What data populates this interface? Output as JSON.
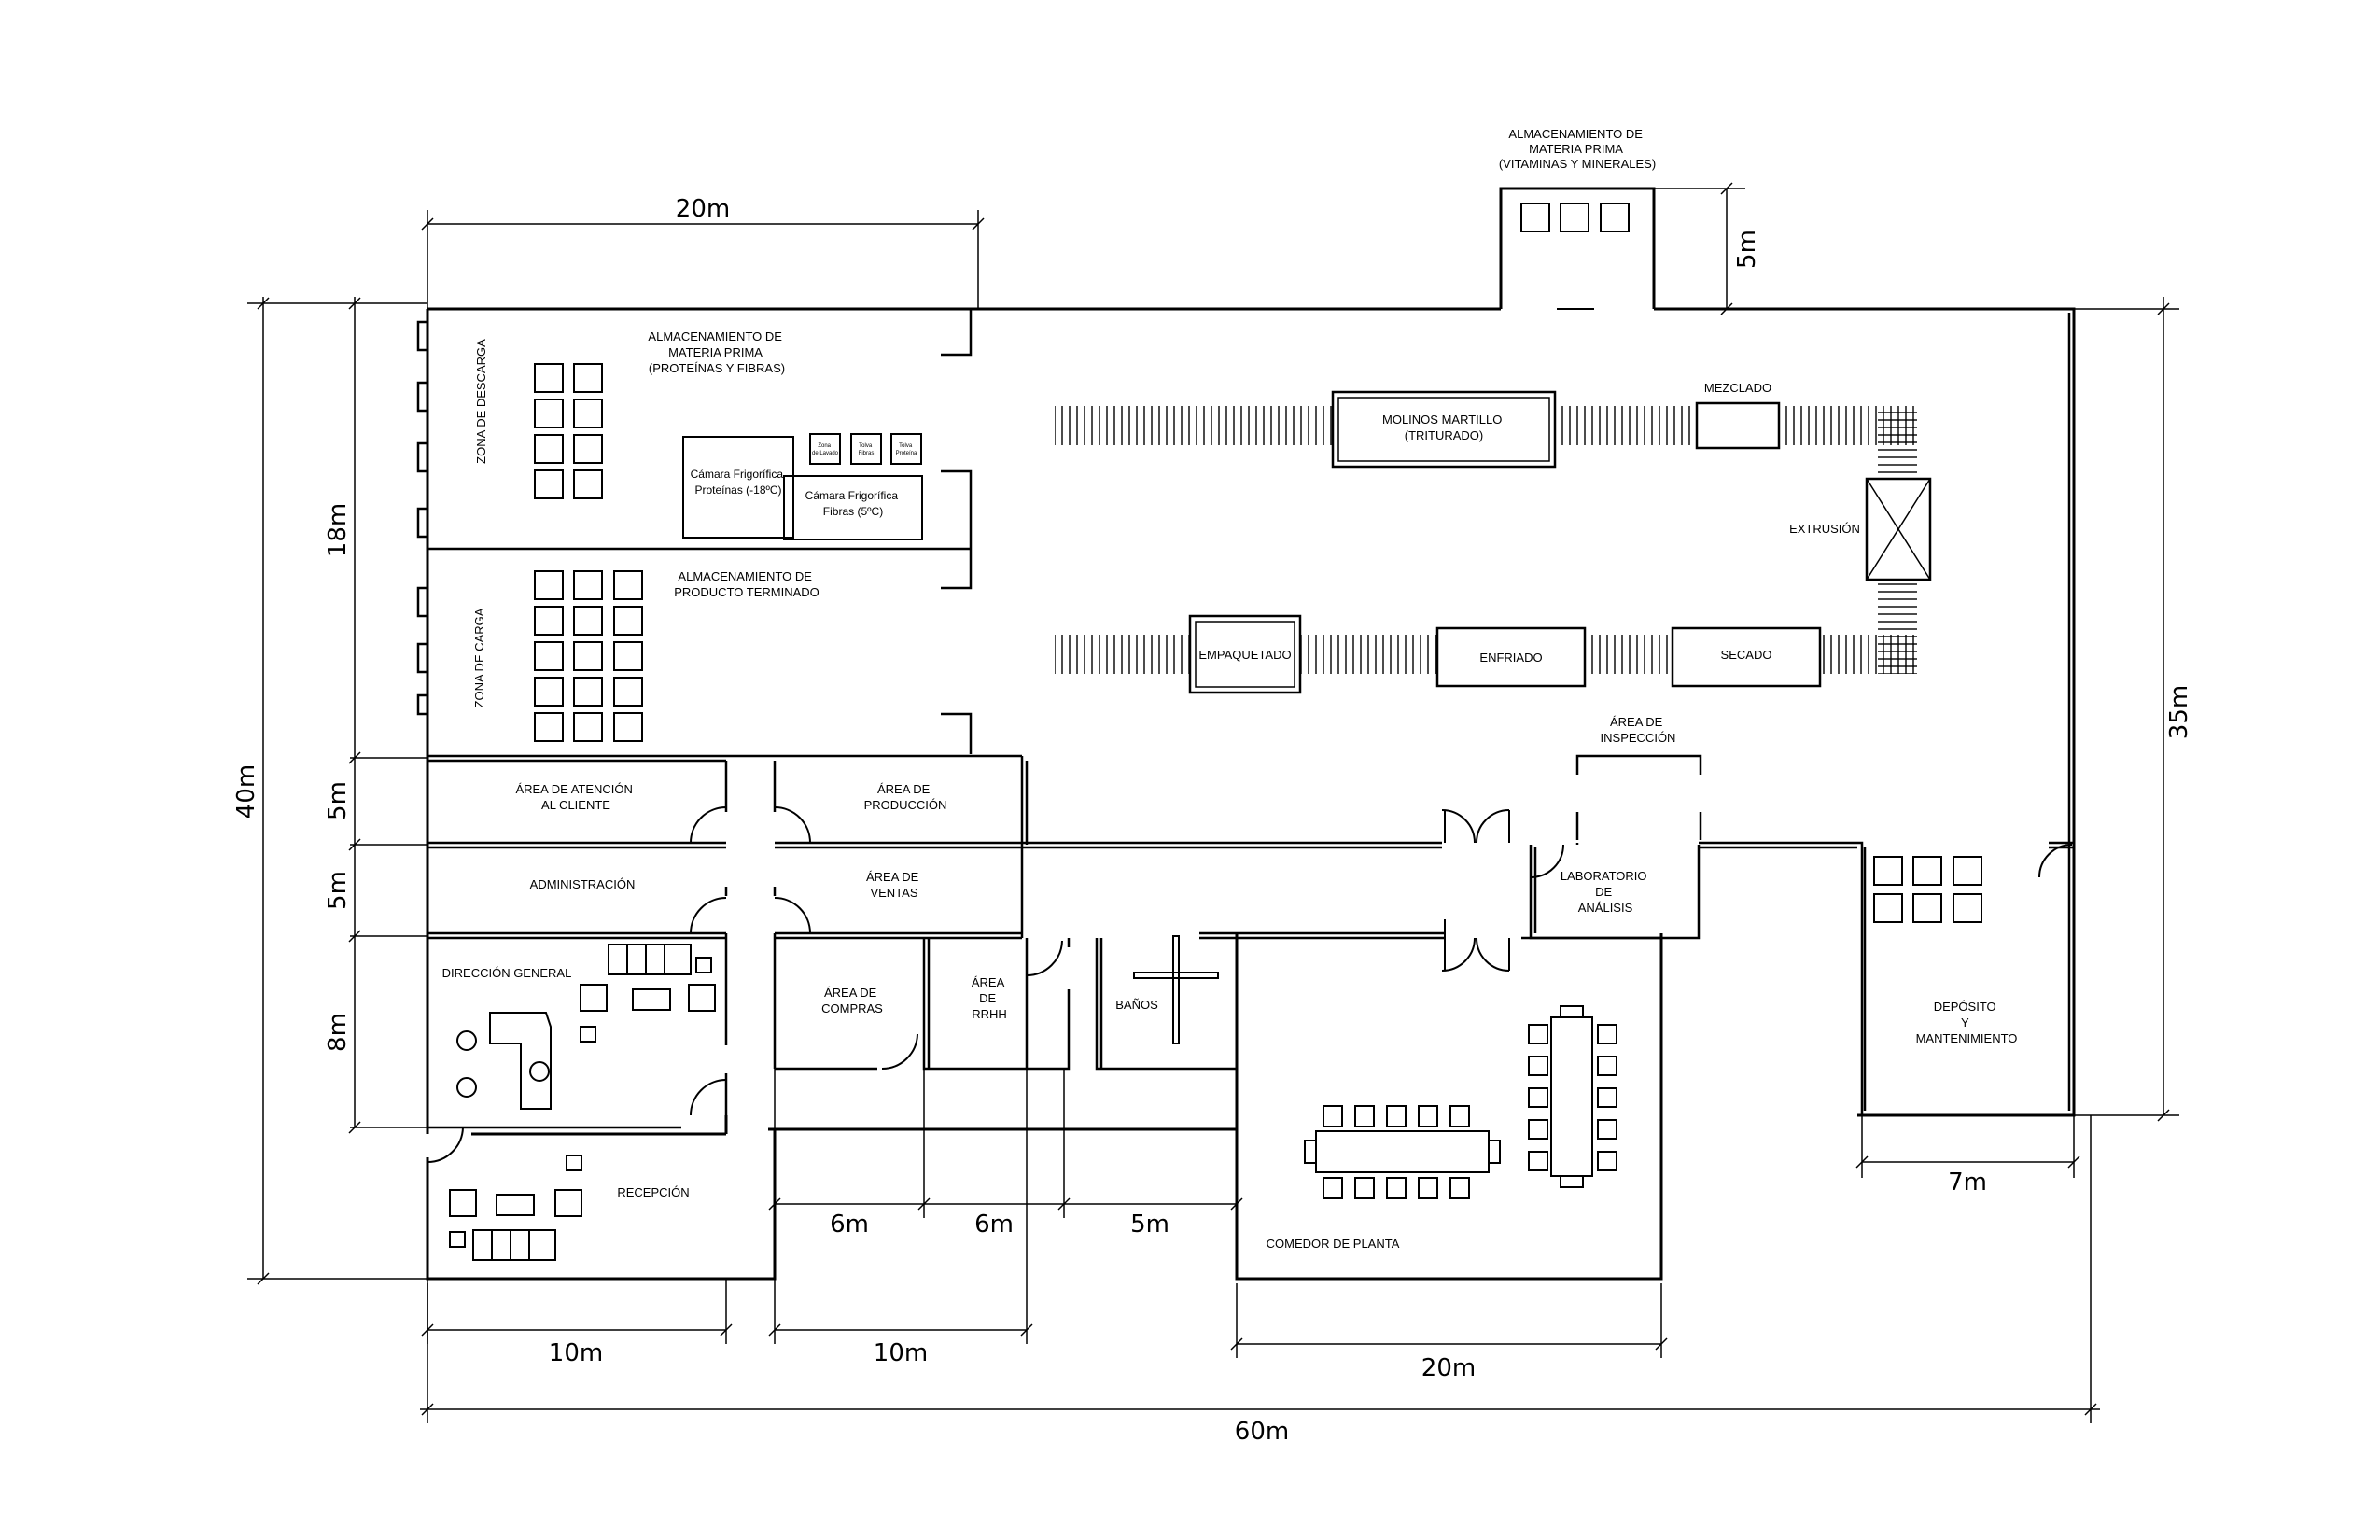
{
  "labels": {
    "storage_vitamins": [
      "ALMACENAMIENTO DE",
      "MATERIA PRIMA",
      "(VITAMINAS Y MINERALES)"
    ],
    "storage_proteins": [
      "ALMACENAMIENTO DE",
      "MATERIA PRIMA",
      "(PROTEÍNAS Y FIBRAS)"
    ],
    "zona_descarga": "ZONA DE DESCARGA",
    "zona_carga": "ZONA DE CARGA",
    "camara_proteinas": [
      "Cámara Frigorífica",
      "Proteínas (-18ºC)"
    ],
    "camara_fibras": [
      "Cámara Frigorífica",
      "Fibras (5ºC)"
    ],
    "small_box_1": [
      "Zona",
      "de Lavado"
    ],
    "small_box_2": [
      "Tolva",
      "Fibras"
    ],
    "small_box_3": [
      "Tolva",
      "Proteína"
    ],
    "producto_terminado": [
      "ALMACENAMIENTO DE",
      "PRODUCTO TERMINADO"
    ],
    "molinos": [
      "MOLINOS MARTILLO",
      "(TRITURADO)"
    ],
    "mezclado": "MEZCLADO",
    "extrusion": "EXTRUSIÓN",
    "empaquetado": "EMPAQUETADO",
    "enfriado": "ENFRIADO",
    "secado": "SECADO",
    "area_inspeccion": [
      "ÁREA DE",
      "INSPECCIÓN"
    ],
    "laboratorio": [
      "LABORATORIO",
      "DE",
      "ANÁLISIS"
    ],
    "atencion_cliente": [
      "ÁREA DE ATENCIÓN",
      "AL CLIENTE"
    ],
    "area_produccion": [
      "ÁREA DE",
      "PRODUCCIÓN"
    ],
    "administracion": "ADMINISTRACIÓN",
    "area_ventas": [
      "ÁREA DE",
      "VENTAS"
    ],
    "direccion_general": "DIRECCIÓN GENERAL",
    "area_compras": [
      "ÁREA DE",
      "COMPRAS"
    ],
    "area_rrhh": [
      "ÁREA",
      "DE",
      "RRHH"
    ],
    "banos": "BAÑOS",
    "deposito": [
      "DEPÓSITO",
      "Y",
      "MANTENIMIENTO"
    ],
    "recepcion": "RECEPCIÓN",
    "comedor": "COMEDOR DE PLANTA"
  },
  "dimensions": {
    "top_20m": "20m",
    "annex_5m": "5m",
    "left_40m": "40m",
    "left_18m": "18m",
    "left_5m_a": "5m",
    "left_5m_b": "5m",
    "left_8m": "8m",
    "right_35m": "35m",
    "deposit_7m": "7m",
    "mid_6m_a": "6m",
    "mid_6m_b": "6m",
    "mid_5m": "5m",
    "bottom_10m_a": "10m",
    "bottom_10m_b": "10m",
    "bottom_20m": "20m",
    "total_60m": "60m"
  }
}
